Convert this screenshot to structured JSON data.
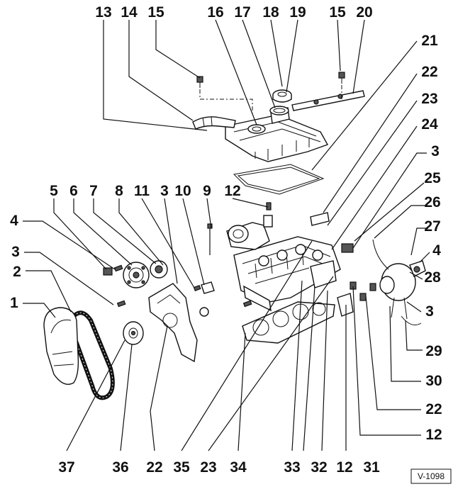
{
  "diagram": {
    "code": "V-1098",
    "labels": [
      {
        "id": "n13",
        "text": "13"
      },
      {
        "id": "n14",
        "text": "14"
      },
      {
        "id": "n15a",
        "text": "15"
      },
      {
        "id": "n16",
        "text": "16"
      },
      {
        "id": "n17",
        "text": "17"
      },
      {
        "id": "n18",
        "text": "18"
      },
      {
        "id": "n19",
        "text": "19"
      },
      {
        "id": "n15b",
        "text": "15"
      },
      {
        "id": "n20",
        "text": "20"
      },
      {
        "id": "n21",
        "text": "21"
      },
      {
        "id": "n22a",
        "text": "22"
      },
      {
        "id": "n23a",
        "text": "23"
      },
      {
        "id": "n24",
        "text": "24"
      },
      {
        "id": "n3a",
        "text": "3"
      },
      {
        "id": "n25",
        "text": "25"
      },
      {
        "id": "n26",
        "text": "26"
      },
      {
        "id": "n27",
        "text": "27"
      },
      {
        "id": "n4a",
        "text": "4"
      },
      {
        "id": "n28",
        "text": "28"
      },
      {
        "id": "n3b",
        "text": "3"
      },
      {
        "id": "n29",
        "text": "29"
      },
      {
        "id": "n30",
        "text": "30"
      },
      {
        "id": "n22b",
        "text": "22"
      },
      {
        "id": "n12a",
        "text": "12"
      },
      {
        "id": "n5",
        "text": "5"
      },
      {
        "id": "n6",
        "text": "6"
      },
      {
        "id": "n7",
        "text": "7"
      },
      {
        "id": "n8",
        "text": "8"
      },
      {
        "id": "n11",
        "text": "11"
      },
      {
        "id": "n3c",
        "text": "3"
      },
      {
        "id": "n10",
        "text": "10"
      },
      {
        "id": "n9",
        "text": "9"
      },
      {
        "id": "n12b",
        "text": "12"
      },
      {
        "id": "n4b",
        "text": "4"
      },
      {
        "id": "n3d",
        "text": "3"
      },
      {
        "id": "n2",
        "text": "2"
      },
      {
        "id": "n1",
        "text": "1"
      },
      {
        "id": "n37",
        "text": "37"
      },
      {
        "id": "n36",
        "text": "36"
      },
      {
        "id": "n22c",
        "text": "22"
      },
      {
        "id": "n35",
        "text": "35"
      },
      {
        "id": "n23b",
        "text": "23"
      },
      {
        "id": "n34",
        "text": "34"
      },
      {
        "id": "n33",
        "text": "33"
      },
      {
        "id": "n32",
        "text": "32"
      },
      {
        "id": "n12c",
        "text": "12"
      },
      {
        "id": "n31",
        "text": "31"
      }
    ]
  }
}
